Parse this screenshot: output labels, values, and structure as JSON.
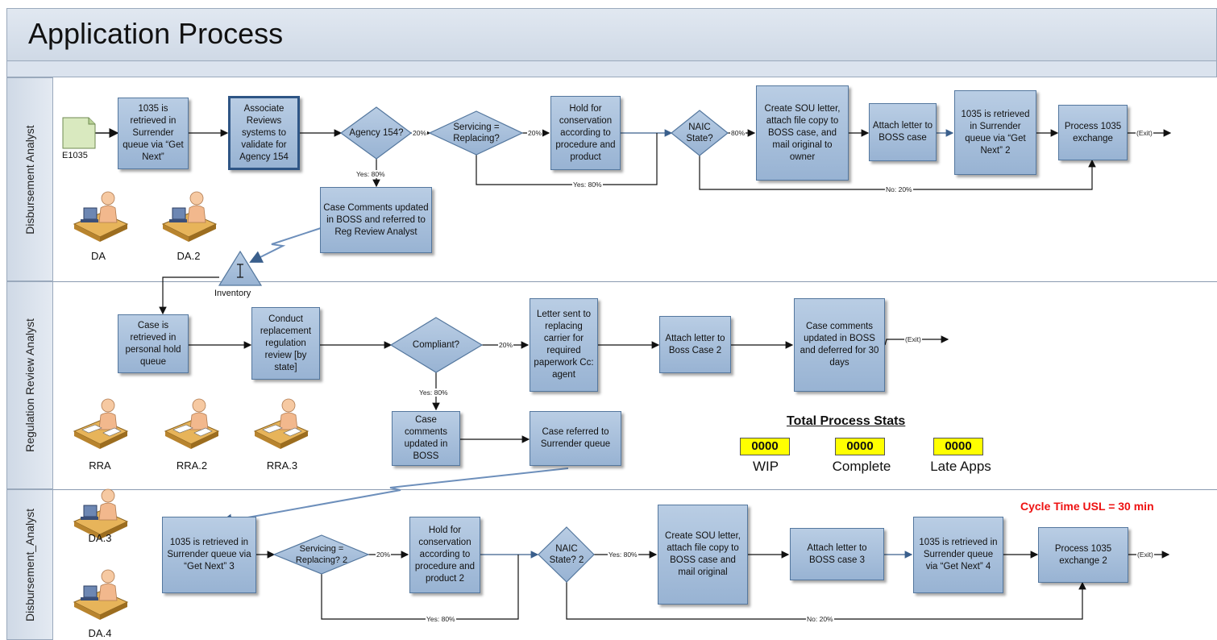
{
  "title": "Application Process",
  "lanes": [
    {
      "id": "lane1",
      "label": "Disbursement Analyst"
    },
    {
      "id": "lane2",
      "label": "Regulation Review Analyst"
    },
    {
      "id": "lane3",
      "label": "Disbursement_Analyst"
    }
  ],
  "lane1": {
    "start_doc": "E1035",
    "boxes": {
      "retrieve": "1035 is retrieved in Surrender queue via “Get Next”",
      "associate": "Associate Reviews systems to validate for Agency 154",
      "hold": "Hold for conservation according to procedure and product",
      "create_sou": "Create SOU letter, attach file copy to BOSS case, and mail original to owner",
      "attach": "Attach letter to BOSS case",
      "retrieve2": "1035 is retrieved in Surrender queue via “Get Next” 2",
      "process": "Process 1035 exchange",
      "case_comments": "Case Comments updated in BOSS and referred to Reg Review Analyst"
    },
    "decisions": {
      "agency": "Agency 154?",
      "servicing": "Servicing = Replacing?",
      "naic": "NAIC State?"
    },
    "labels": {
      "agency_yes": "Yes: 80%",
      "agency_pct": "20%",
      "servicing_pct": "20%",
      "servicing_yes": "Yes: 80%",
      "naic_pct": "80%",
      "naic_no": "No: 20%",
      "exit": "(Exit)"
    },
    "people": [
      "DA",
      "DA.2"
    ],
    "inventory": "Inventory"
  },
  "lane2": {
    "boxes": {
      "retrieve": "Case is retrieved in personal hold queue",
      "conduct": "Conduct replacement regulation review [by state]",
      "letter": "Letter sent to replacing carrier for required paperwork Cc: agent",
      "attach": "Attach letter to Boss Case 2",
      "comments_deferred": "Case comments updated in BOSS and deferred for 30 days",
      "comments": "Case comments updated in BOSS",
      "referred": "Case referred to Surrender queue"
    },
    "decisions": {
      "compliant": "Compliant?"
    },
    "labels": {
      "compliant_pct": "20%",
      "compliant_yes": "Yes: 80%",
      "exit": "(Exit)"
    },
    "people": [
      "RRA",
      "RRA.2",
      "RRA.3"
    ]
  },
  "lane3": {
    "boxes": {
      "retrieve": "1035 is retrieved in Surrender queue via “Get Next” 3",
      "hold": "Hold for conservation according to procedure and product 2",
      "create_sou": "Create SOU letter, attach file copy to BOSS case and mail original",
      "attach": "Attach letter to BOSS case 3",
      "retrieve2": "1035 is retrieved in Surrender queue via “Get Next” 4",
      "process": "Process 1035 exchange 2"
    },
    "decisions": {
      "servicing": "Servicing = Replacing? 2",
      "naic": "NAIC State? 2"
    },
    "labels": {
      "servicing_pct": "20%",
      "servicing_yes": "Yes: 80%",
      "naic_yes": "Yes: 80%",
      "naic_no": "No: 20%",
      "exit": "(Exit)"
    },
    "people": [
      "DA.3",
      "DA.4"
    ]
  },
  "stats": {
    "title": "Total Process Stats",
    "wip_value": "0000",
    "wip_label": "WIP",
    "complete_value": "0000",
    "complete_label": "Complete",
    "late_value": "0000",
    "late_label": "Late Apps"
  },
  "cycle_time": "Cycle Time USL = 30 min",
  "colors": {
    "box_fill": "#a9c1dd",
    "box_border": "#54779e",
    "stat_fill": "#ffff00",
    "cycle_text": "#ee1111"
  }
}
